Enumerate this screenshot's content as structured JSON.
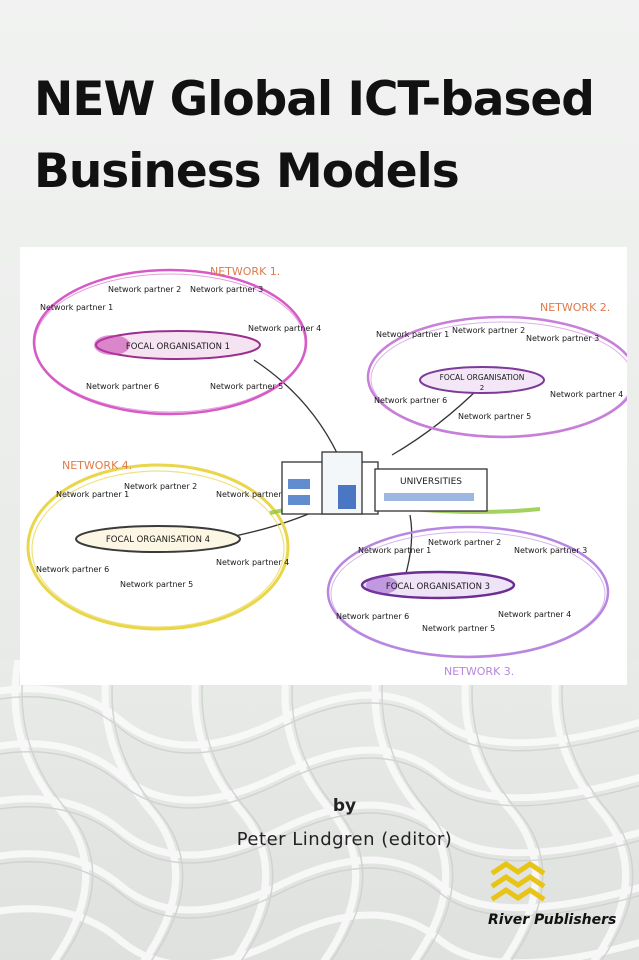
{
  "cover": {
    "title_line1": "NEW Global ICT-based",
    "title_line2": "Business Models",
    "byline": "by",
    "author": "Peter Lindgren (editor)",
    "publisher": "River Publishers"
  },
  "illustration": {
    "networks": [
      {
        "label": "NETWORK 1.",
        "focal": "FOCAL ORGANISATION 1",
        "partners": [
          "Network partner 1",
          "Network partner 2",
          "Network partner 3",
          "Network partner 4",
          "Network partner 5",
          "Network partner 6"
        ]
      },
      {
        "label": "NETWORK 2.",
        "focal": "FOCAL ORGANISATION",
        "focal_num": "2",
        "partners": [
          "Network partner 1",
          "Network partner 2",
          "Network partner 3",
          "Network partner 4",
          "Network partner 5",
          "Network partner 6"
        ]
      },
      {
        "label": "NETWORK 3.",
        "focal": "FOCAL ORGANISATION 3",
        "partners": [
          "Network partner 1",
          "Network partner 2",
          "Network partner 3",
          "Network partner 4",
          "Network partner 5",
          "Network partner 6"
        ]
      },
      {
        "label": "NETWORK 4.",
        "focal": "FOCAL ORGANISATION 4",
        "partners": [
          "Network partner 1",
          "Network partner 2",
          "Network partner 3",
          "Network partner 4",
          "Network partner 5",
          "Network partner 6"
        ]
      }
    ],
    "hub_label": "UNIVERSITIES"
  },
  "colors": {
    "network1": "#d65bc7",
    "network2": "#c77fd8",
    "network3": "#b886e0",
    "network4": "#e9d64a",
    "network_label_text": "#e07a4a",
    "publisher_logo": "#e8c416"
  }
}
